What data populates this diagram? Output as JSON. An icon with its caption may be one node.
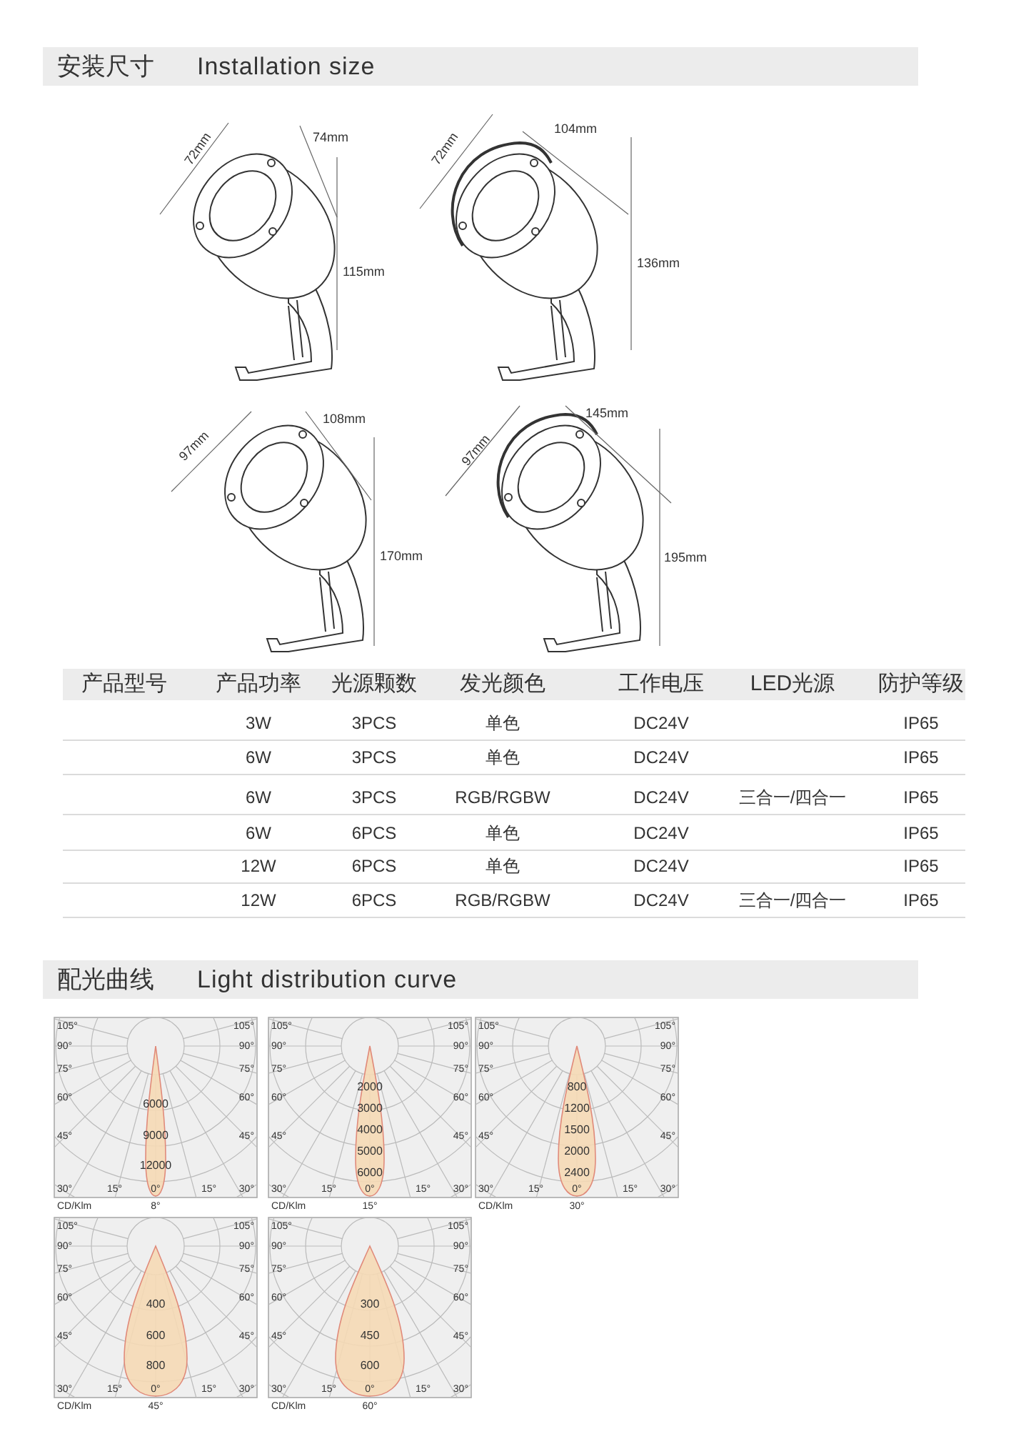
{
  "diagram": {
    "labels": [
      "安装尺寸",
      "Installation size",
      "72mm",
      "74mm",
      "115mm",
      "72mm",
      "104mm",
      "136mm",
      "97mm",
      "108mm",
      "170mm",
      "97mm",
      "145mm",
      "195mm",
      "产品型号",
      "产品功率",
      "光源颗数",
      "发光颜色",
      "工作电压",
      "LED光源",
      "防护等级",
      "3W",
      "3PCS",
      "单色",
      "DC24V",
      "IP65",
      "6W",
      "3PCS",
      "单色",
      "DC24V",
      "IP65",
      "6W",
      "3PCS",
      "RGB/RGBW",
      "DC24V",
      "三合一/四合一",
      "IP65",
      "6W",
      "6PCS",
      "单色",
      "DC24V",
      "IP65",
      "12W",
      "6PCS",
      "单色",
      "DC24V",
      "IP65",
      "12W",
      "6PCS",
      "RGB/RGBW",
      "DC24V",
      "三合一/四合一",
      "IP65",
      "配光曲线",
      "Light distribution curve",
      "105°",
      "105°",
      "90°",
      "90°",
      "75°",
      "75°",
      "60°",
      "60°",
      "45°",
      "45°",
      "30°",
      "15°",
      "0°",
      "15°",
      "30°",
      "CD/Klm",
      "8°",
      "6000",
      "9000",
      "12000",
      "105°",
      "105°",
      "90°",
      "90°",
      "75°",
      "75°",
      "60°",
      "60°",
      "45°",
      "45°",
      "30°",
      "15°",
      "0°",
      "15°",
      "30°",
      "CD/Klm",
      "15°",
      "2000",
      "3000",
      "4000",
      "5000",
      "6000",
      "105°",
      "105°",
      "90°",
      "90°",
      "75°",
      "75°",
      "60°",
      "60°",
      "45°",
      "45°",
      "30°",
      "15°",
      "0°",
      "15°",
      "30°",
      "CD/Klm",
      "30°",
      "800",
      "1200",
      "1500",
      "2000",
      "2400",
      "105°",
      "105°",
      "90°",
      "90°",
      "75°",
      "75°",
      "60°",
      "60°",
      "45°",
      "45°",
      "30°",
      "15°",
      "0°",
      "15°",
      "30°",
      "CD/Klm",
      "45°",
      "400",
      "600",
      "800",
      "105°",
      "105°",
      "90°",
      "90°",
      "75°",
      "75°",
      "60°",
      "60°",
      "45°",
      "45°",
      "30°",
      "15°",
      "0°",
      "15°",
      "30°",
      "CD/Klm",
      "60°",
      "300",
      "450",
      "600"
    ]
  }
}
